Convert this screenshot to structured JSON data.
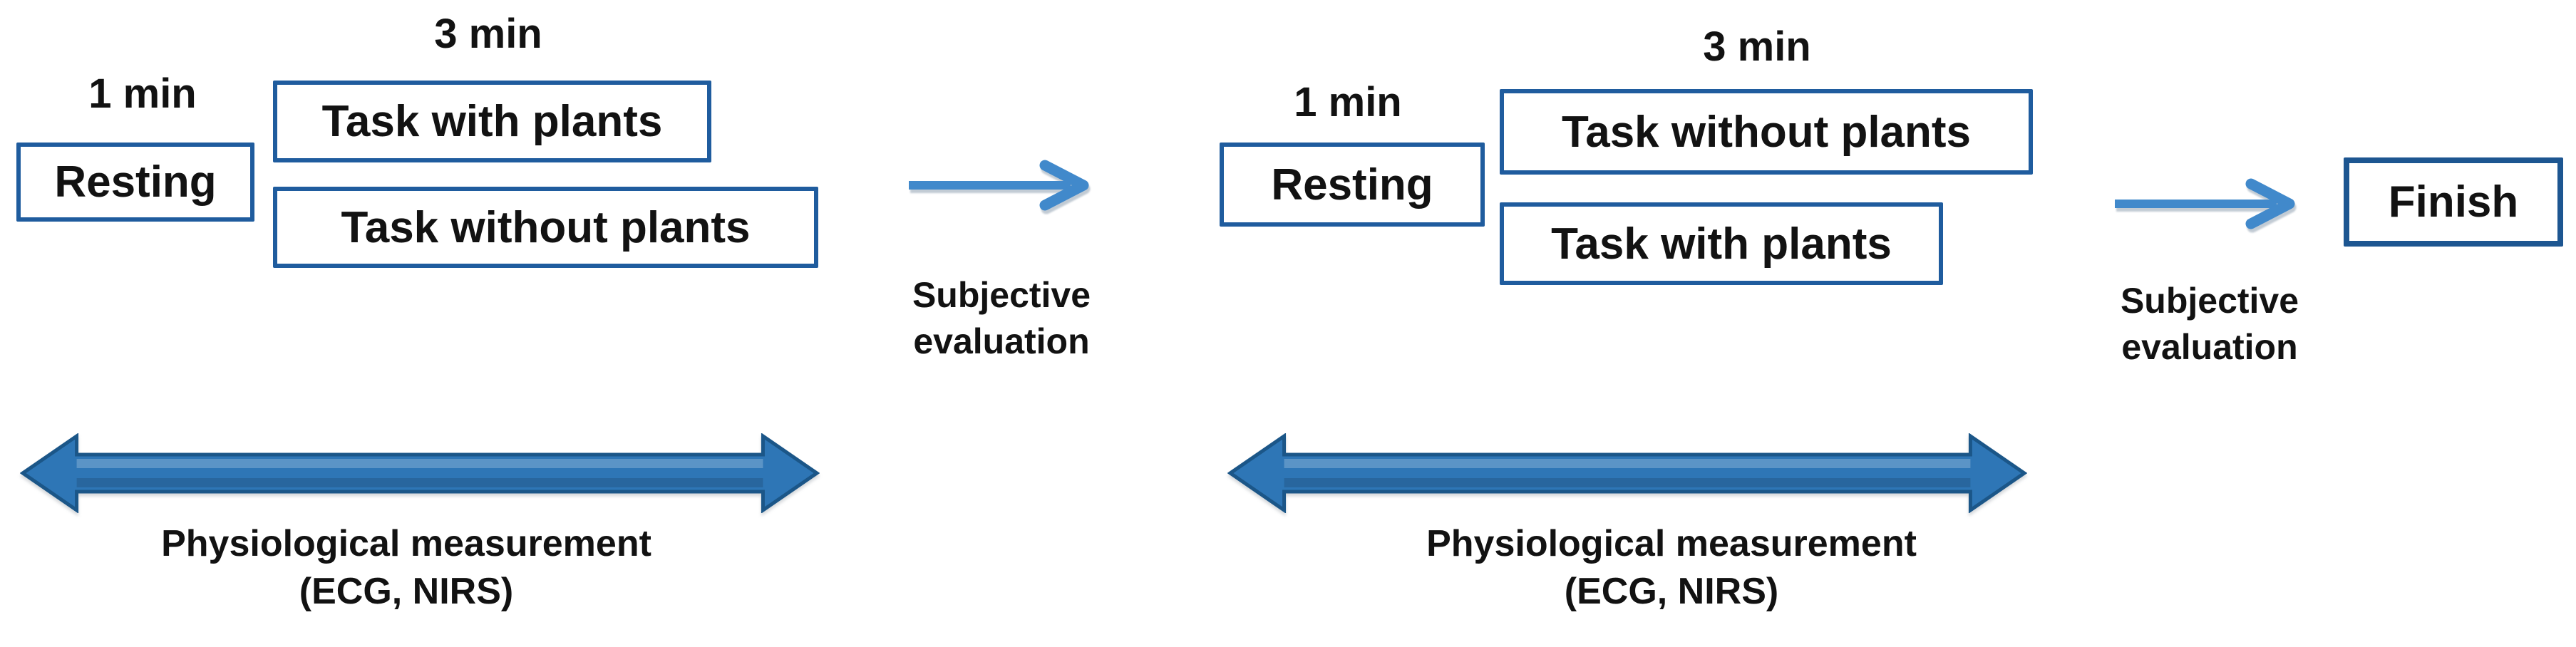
{
  "figure": {
    "phases": [
      {
        "resting_duration": "1 min",
        "task_duration": "3 min",
        "resting": "Resting",
        "tasks": [
          "Task with plants",
          "Task without plants"
        ],
        "transition": "Subjective evaluation",
        "measurement": [
          "Physiological measurement",
          "(ECG, NIRS)"
        ]
      },
      {
        "resting_duration": "1 min",
        "task_duration": "3 min",
        "resting": "Resting",
        "tasks": [
          "Task without plants",
          "Task with plants"
        ],
        "transition": "Subjective evaluation",
        "measurement": [
          "Physiological measurement",
          "(ECG, NIRS)"
        ]
      }
    ],
    "finish": "Finish"
  },
  "colors": {
    "box_border": "#1f5c9e",
    "finish_border": "#1d5691",
    "text": "#121212",
    "thin_arrow": "#4189cb",
    "thick_arrow_fill": "#2e76b6",
    "thick_arrow_edge": "#1b5688",
    "background": "#ffffff"
  }
}
